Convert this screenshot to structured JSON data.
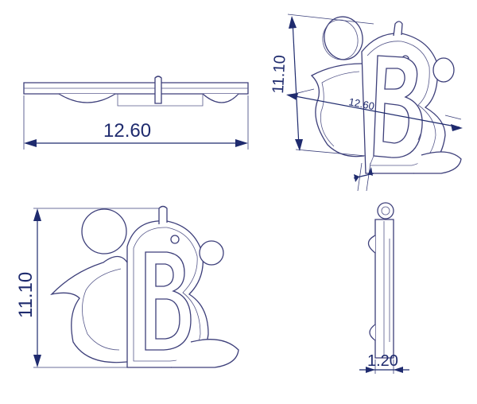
{
  "colors": {
    "dimension": "#1f2b6e",
    "outline": "#3d3f7a",
    "background": "#ffffff"
  },
  "dimensions": {
    "top_view_width": "12.60",
    "front_view_height": "11.10",
    "side_view_thickness": "1.20",
    "iso_height": "11.10",
    "iso_width": "12.60"
  },
  "letter": "B"
}
